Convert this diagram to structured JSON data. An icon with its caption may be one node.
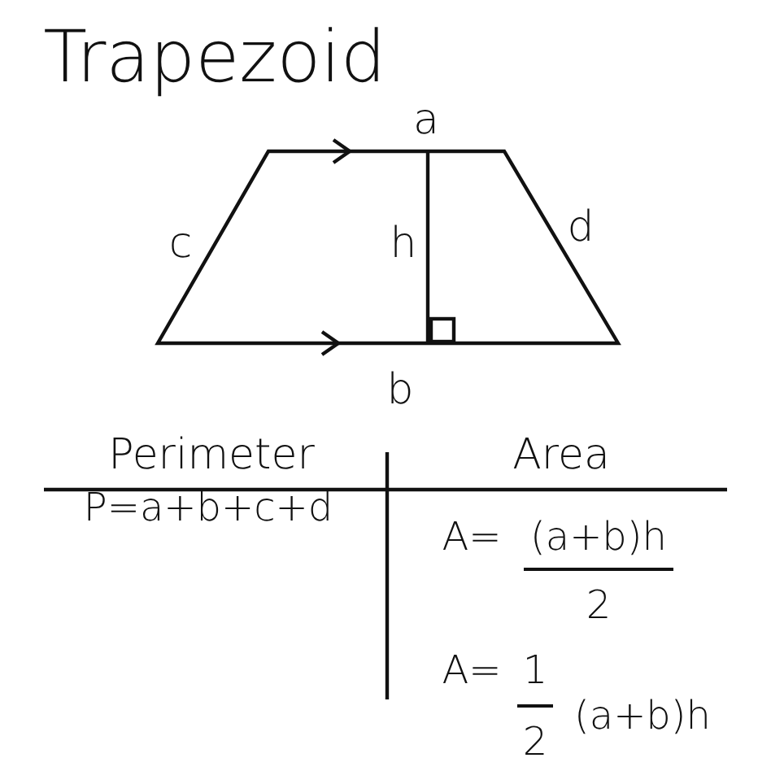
{
  "diagram": {
    "title": "Trapezoid",
    "labels": [
      "a",
      "c",
      "h",
      "d",
      "b",
      "Perimeter",
      "Area",
      "P=a+b+c+d",
      "A=",
      "(a+b)h",
      "2",
      "A=",
      "1",
      "(a+b)h",
      "2"
    ]
  }
}
